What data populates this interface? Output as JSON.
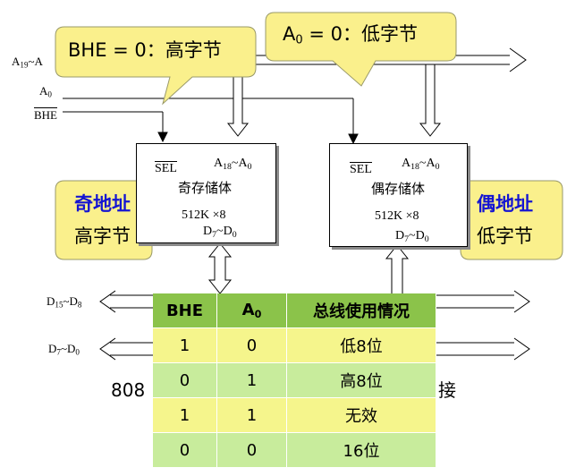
{
  "signals": {
    "a19_label": "A",
    "a19_sub1": "19",
    "a19_tilde": "~A",
    "a0_label": "A",
    "a0_sub": "0",
    "bhe_label": "BHE",
    "d15_label": "D",
    "d15_sub1": "15",
    "d15_tilde": "~D",
    "d15_sub2": "8",
    "d7_label": "D",
    "d7_sub1": "7",
    "d7_tilde": "~D",
    "d7_sub2": "0"
  },
  "odd_bank": {
    "sel": "SEL",
    "addr_a": "A",
    "addr_sub1": "18",
    "addr_tilde": "~A",
    "addr_sub2": "0",
    "name": "奇存储体",
    "size": "512K ×8",
    "data_d": "D",
    "data_sub1": "7",
    "data_tilde": "~D",
    "data_sub2": "0"
  },
  "even_bank": {
    "sel": "SEL",
    "addr_a": "A",
    "addr_sub1": "18",
    "addr_tilde": "~A",
    "addr_sub2": "0",
    "name": "偶存储体",
    "size": "512K ×8",
    "data_d": "D",
    "data_sub1": "7",
    "data_tilde": "~D",
    "data_sub2": "0"
  },
  "callouts": {
    "bhe_text": "BHE = 0：高字节",
    "a0_a": "A",
    "a0_sub": "0",
    "a0_rest": " = 0：低字节",
    "odd_title": "奇地址",
    "odd_sub": "高字节",
    "even_title": "偶地址",
    "even_sub": "低字节"
  },
  "caption": {
    "left": "808",
    "right": "接"
  },
  "table": {
    "headers": [
      "BHE",
      "A",
      "总线使用情况"
    ],
    "header_a_sub": "0",
    "rows": [
      [
        "1",
        "0",
        "低8位"
      ],
      [
        "0",
        "1",
        "高8位"
      ],
      [
        "1",
        "1",
        "无效"
      ],
      [
        "0",
        "0",
        "16位"
      ]
    ]
  },
  "colors": {
    "callout_fill": "#faf08c",
    "header_green": "#8bc34a",
    "row_yellow": "#f5f58c",
    "row_green": "#c8ec9c",
    "blue_text": "#1414d2"
  }
}
